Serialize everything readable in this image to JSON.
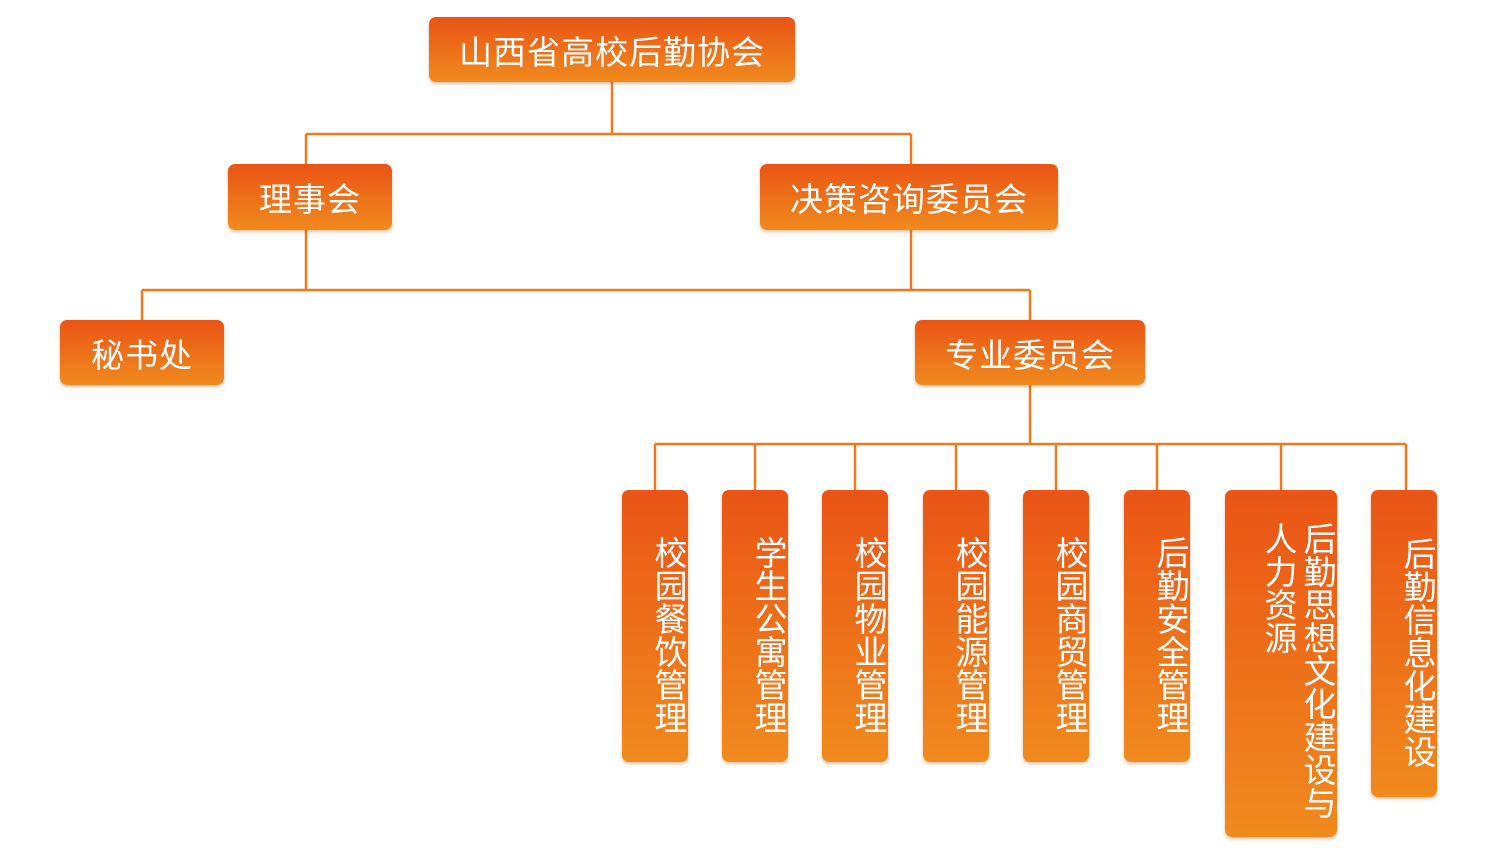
{
  "colors": {
    "box_top": "#ea5415",
    "box_bottom": "#f08a1e",
    "connector": "#ee7a20",
    "text": "#ffffff"
  },
  "root": {
    "label": "山西省高校后勤协会"
  },
  "level2": {
    "board": "理事会",
    "advisory": "决策咨询委员会"
  },
  "level3": {
    "secretariat": "秘书处",
    "committees": "专业委员会"
  },
  "committees": [
    "校园餐饮管理",
    "学生公寓管理",
    "校园物业管理",
    "校园能源管理",
    "校园商贸管理",
    "后勤安全管理",
    "后勤思想文化建设与人力资源",
    "后勤信息化建设"
  ]
}
